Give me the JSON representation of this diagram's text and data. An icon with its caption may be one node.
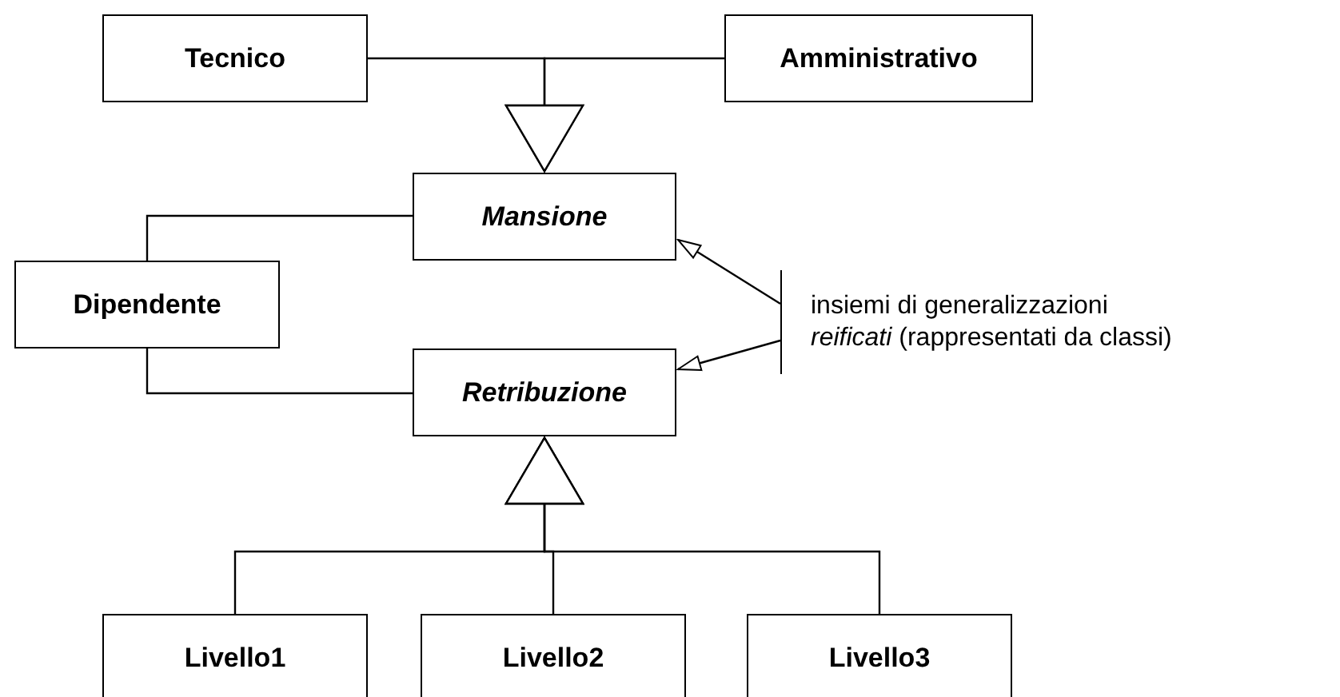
{
  "diagram": {
    "nodes": [
      {
        "text": [
          "Tecnico"
        ]
      },
      {
        "text": [
          "Amministrativo"
        ]
      },
      {
        "text": [
          "Mansione"
        ]
      },
      {
        "text": [
          "Dipendente"
        ]
      },
      {
        "text": [
          "Retribuzione"
        ]
      },
      {
        "text": [
          "Livello1"
        ]
      },
      {
        "text": [
          "Livello2"
        ]
      },
      {
        "text": [
          "Livello3"
        ]
      },
      {
        "text": [
          "insiemi di generalizzazioni",
          "*reificati* (rappresentati da classi)"
        ]
      }
    ],
    "edges": [
      {
        "from": 0,
        "to": 2,
        "arrow": "to"
      },
      {
        "from": 1,
        "to": 2,
        "arrow": "to"
      },
      {
        "from": 3,
        "to": 2,
        "arrow": "none"
      },
      {
        "from": 3,
        "to": 4,
        "arrow": "none"
      },
      {
        "from": 8,
        "to": 2,
        "arrow": "to"
      },
      {
        "from": 8,
        "to": 4,
        "arrow": "to"
      },
      {
        "from": 5,
        "to": 4,
        "arrow": "to"
      },
      {
        "from": 6,
        "to": 4,
        "arrow": "to"
      },
      {
        "from": 7,
        "to": 4,
        "arrow": "to"
      }
    ]
  }
}
